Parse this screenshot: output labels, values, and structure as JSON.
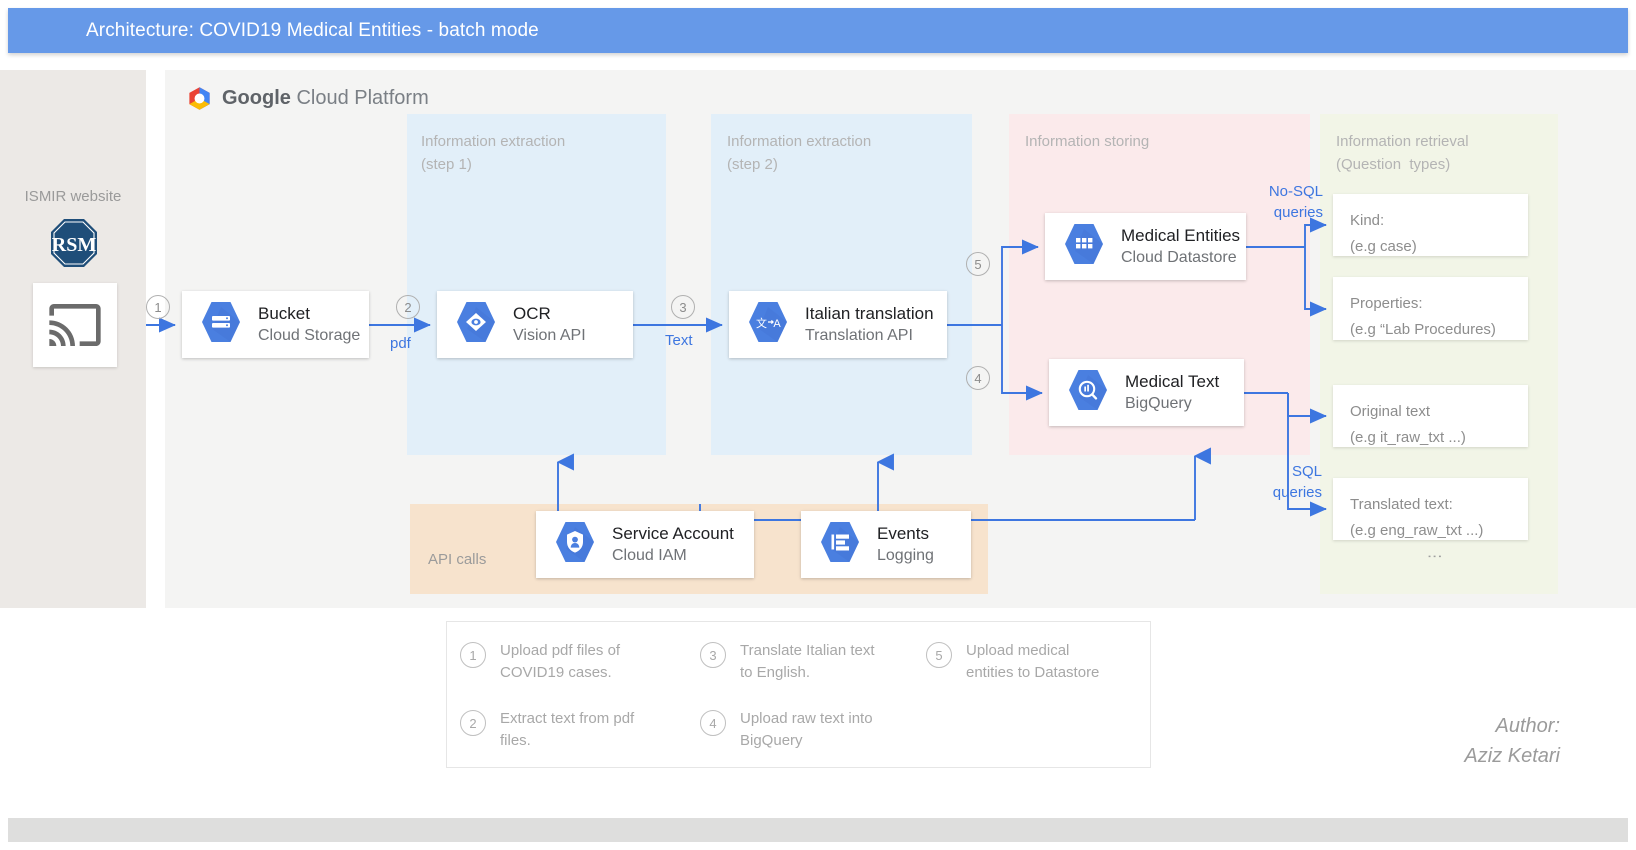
{
  "title_bar": {
    "text": "Architecture: COVID19 Medical Entities - batch mode",
    "bg": "#6699e8"
  },
  "sidebar": {
    "title": "ISMIR website",
    "logo_name": "ismir-octagon-logo",
    "icon_name": "cast-screen-icon"
  },
  "gcp": {
    "brand_bold": "Google",
    "brand_light": " Cloud Platform"
  },
  "zones": [
    {
      "key": "step1",
      "label": "Information extraction\n(step 1)",
      "color": "#e2eff9"
    },
    {
      "key": "step2",
      "label": "Information extraction\n(step 2)",
      "color": "#e2eff9"
    },
    {
      "key": "storing",
      "label": "Information storing",
      "color": "#fbeaeb"
    },
    {
      "key": "retrieval",
      "label": "Information retrieval\n(Question  types)",
      "color": "#f2f5e7"
    },
    {
      "key": "api",
      "label": "API calls",
      "color": "#f7e3cd"
    }
  ],
  "services": {
    "bucket": {
      "name": "Bucket",
      "product": "Cloud Storage",
      "icon": "cloud-storage-icon"
    },
    "ocr": {
      "name": "OCR",
      "product": "Vision API",
      "icon": "vision-api-icon"
    },
    "translation": {
      "name": "Italian translation",
      "product": "Translation API",
      "icon": "translation-api-icon"
    },
    "medical_entities": {
      "name": "Medical Entities",
      "product": "Cloud Datastore",
      "icon": "datastore-icon"
    },
    "medical_text": {
      "name": "Medical Text",
      "product": "BigQuery",
      "icon": "bigquery-icon"
    },
    "service_account": {
      "name": "Service Account",
      "product": "Cloud IAM",
      "icon": "cloud-iam-icon"
    },
    "events": {
      "name": "Events",
      "product": "Logging",
      "icon": "logging-icon"
    }
  },
  "flow_labels": {
    "pdf": "pdf",
    "text": "Text",
    "nosql": "No-SQL\nqueries",
    "sql": "SQL\nqueries"
  },
  "badges": {
    "b1": "1",
    "b2": "2",
    "b3": "3",
    "b4": "4",
    "b5": "5"
  },
  "retrieval_boxes": [
    {
      "line1": "Kind:",
      "line2": "(e.g case)"
    },
    {
      "line1": "Properties:",
      "line2": "(e.g “Lab Procedures)"
    },
    {
      "line1": "Original text",
      "line2": "(e.g it_raw_txt ...)"
    },
    {
      "line1": "Translated text:",
      "line2": "(e.g eng_raw_txt ...)"
    }
  ],
  "retrieval_more": "⋮",
  "legend": [
    {
      "n": "1",
      "text": "Upload pdf files of\nCOVID19 cases."
    },
    {
      "n": "2",
      "text": "Extract text from pdf\nfiles."
    },
    {
      "n": "3",
      "text": "Translate Italian text\nto English."
    },
    {
      "n": "4",
      "text": "Upload raw text into\nBigQuery"
    },
    {
      "n": "5",
      "text": "Upload medical\nentities to Datastore"
    }
  ],
  "author": {
    "line1": "Author:",
    "line2": "Aziz Ketari"
  },
  "colors": {
    "accent_blue": "#3d76e0",
    "gcp_hex_blue": "#4a7fe0",
    "title_blue": "#6699e8"
  }
}
